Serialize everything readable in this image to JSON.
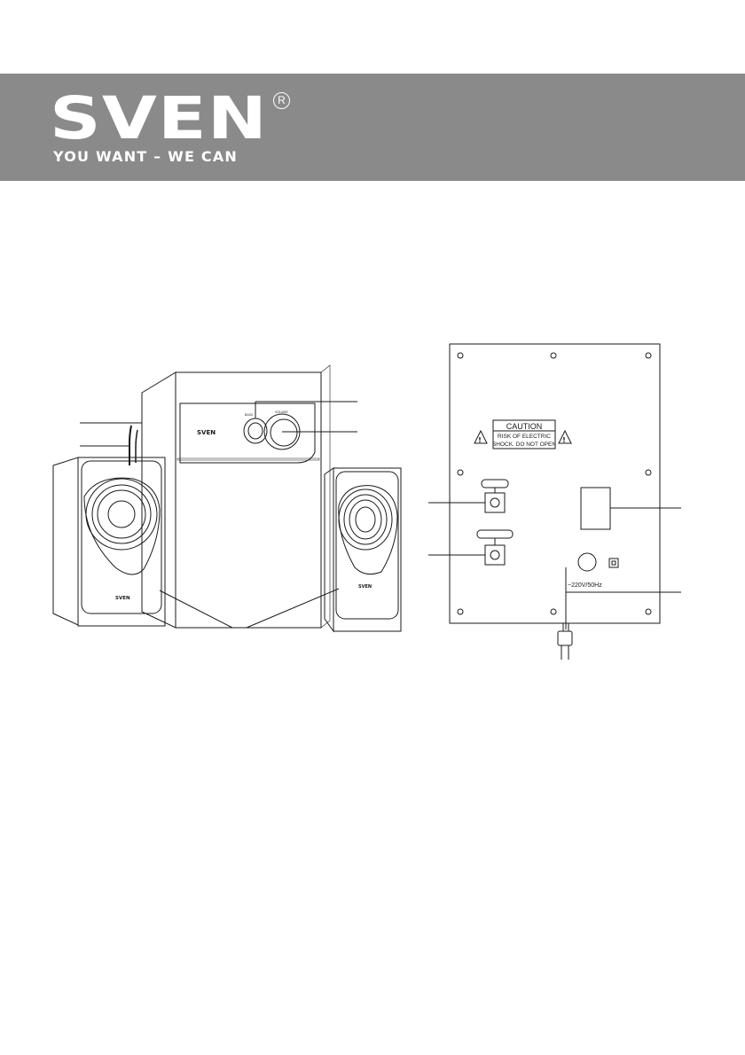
{
  "header": {
    "brand": "SVEN",
    "registered": "R",
    "slogan": "YOU WANT – WE CAN"
  },
  "front_view": {
    "brand_sub": "SVEN",
    "brand_sat_left": "SVEN",
    "brand_sat_right": "SVEN",
    "knob_bass_label": "BASS",
    "knob_volume_label": "VOLUME"
  },
  "back_panel": {
    "caution_title": "CAUTION",
    "caution_line1": "RISK OF ELECTRIC",
    "caution_line2": "SHOCK.  DO NOT OPEN",
    "power_label": "~220V/50Hz"
  },
  "colors": {
    "banner": "#8a8a8a",
    "line": "#1a1a1a"
  }
}
